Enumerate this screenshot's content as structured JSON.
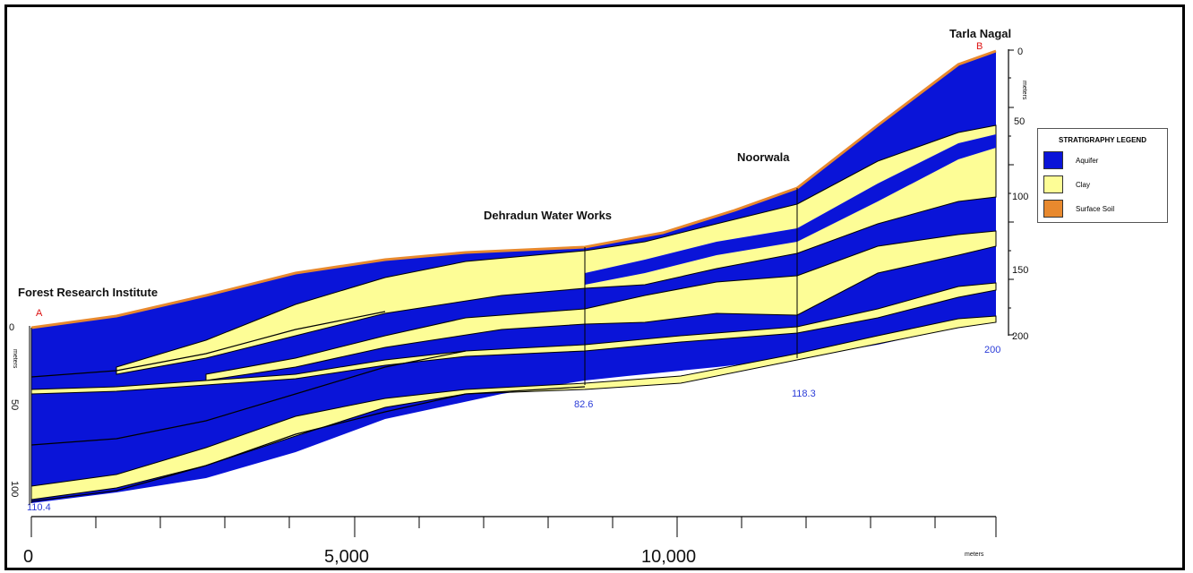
{
  "sites": {
    "start_letter": "A",
    "end_letter": "B",
    "forest": "Forest Research Institute",
    "waterworks": "Dehradun Water Works",
    "noorwala": "Noorwala",
    "tarla": "Tarla Nagal"
  },
  "depth_labels": {
    "fri": "110.4",
    "waterworks": "82.6",
    "noorwala": "118.3",
    "tarla": "200"
  },
  "left_axis": {
    "unit": "meters",
    "ticks": [
      "0",
      "50",
      "100"
    ]
  },
  "right_axis": {
    "unit": "meters",
    "ticks": [
      "0",
      "50",
      "100",
      "150",
      "200"
    ]
  },
  "bottom_axis": {
    "unit": "meters",
    "ticks": [
      "0",
      "5,000",
      "10,000"
    ]
  },
  "legend": {
    "title": "STRATIGRAPHY LEGEND",
    "items": [
      {
        "label": "Aquifer",
        "color": "#0a14d8"
      },
      {
        "label": "Clay",
        "color": "#fdfd96"
      },
      {
        "label": "Surface Soil",
        "color": "#e8892e"
      }
    ]
  },
  "colors": {
    "aquifer": "#0a14d8",
    "clay": "#fdfd96",
    "soil": "#e8892e",
    "frame": "#000000"
  }
}
